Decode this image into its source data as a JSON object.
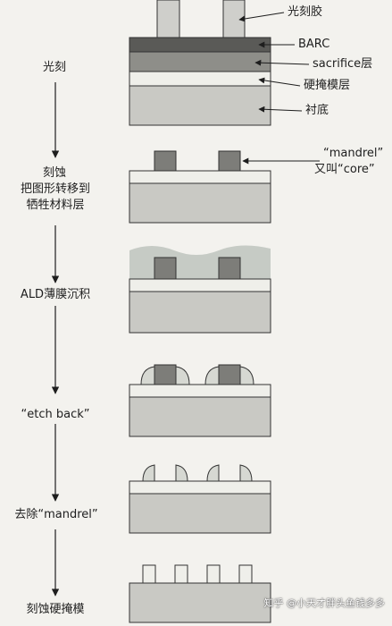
{
  "steps": {
    "s1": "光刻",
    "s2_line1": "刻蚀",
    "s2_line2": "把图形转移到",
    "s2_line3": "牺牲材料层",
    "s3": "ALD薄膜沉积",
    "s4": "“etch back”",
    "s5": "去除“mandrel”",
    "s6": "刻蚀硬掩模"
  },
  "layer_labels": {
    "photoresist": "光刻胶",
    "barc": "BARC",
    "sacrifice": "sacrifice层",
    "hardmask": "硬掩模层",
    "substrate": "衬底"
  },
  "mandrel_note": {
    "line1": "“mandrel”",
    "line2": "又叫“core”"
  },
  "watermark": "知乎 @小天才胖头鱼钱多多",
  "colors": {
    "substrate": "#c9c9c4",
    "hardmask": "#efefea",
    "sacrifice": "#8e8e89",
    "barc": "#5a5a57",
    "resist": "#cfcfcb",
    "mandrel": "#7d7d79",
    "spacer": "#d6d8d2",
    "ald_film": "#c6cbc5"
  }
}
